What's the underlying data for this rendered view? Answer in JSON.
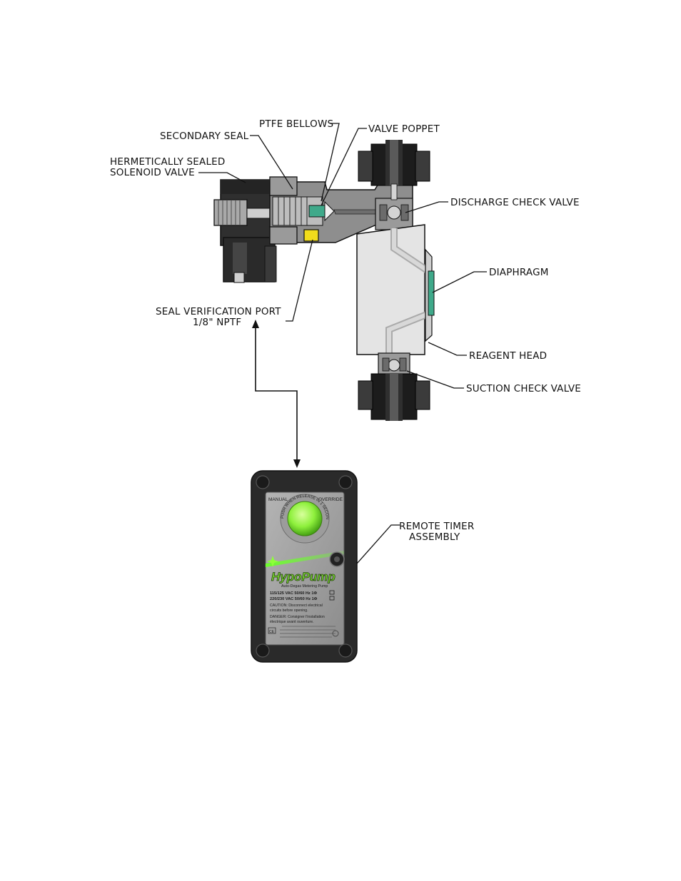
{
  "labels": {
    "ptfe_bellows": "PTFE BELLOWS",
    "valve_poppet": "VALVE POPPET",
    "secondary_seal": "SECONDARY SEAL",
    "solenoid_line1": "HERMETICALLY SEALED",
    "solenoid_line2": "SOLENOID VALVE",
    "discharge_check_valve": "DISCHARGE CHECK VALVE",
    "diaphragm": "DIAPHRAGM",
    "seal_port_line1": "SEAL VERIFICATION PORT",
    "seal_port_line2": "1/8\" NPTF",
    "reagent_head": "REAGENT HEAD",
    "suction_check_valve": "SUCTION CHECK VALVE",
    "remote_timer_line1": "REMOTE TIMER",
    "remote_timer_line2": "ASSEMBLY"
  },
  "timer_panel": {
    "manual": "MANUAL",
    "override": "OVERRIDE",
    "ring_text": "PUSH WHEN RELEASE IN 1 SECOND",
    "logo": "HypoPump",
    "tagline": "Auto-Degas Metering Pump",
    "rating_1": "115/125 VAC 50/60 Hz 1Φ",
    "rating_2": "220/230 VAC 50/60 Hz 1Φ",
    "caution": "CAUTION: Disconnect electrical",
    "caution_2": "circuits before opening.",
    "danger": "DANGER: Consigner l'installation",
    "danger_2": "électrique avant ouverture.",
    "ce_mark": "CE"
  },
  "colors": {
    "body_gray": "#8e8e8e",
    "dark_gray": "#3b3b3b",
    "black_part": "#1c1c1c",
    "reagent_head": "#e4e4e4",
    "button_green": "#8ef03c",
    "port_yellow": "#f1dc1c",
    "timer_panel": "#a6a6a6",
    "timer_frame": "#2a2a2a"
  }
}
